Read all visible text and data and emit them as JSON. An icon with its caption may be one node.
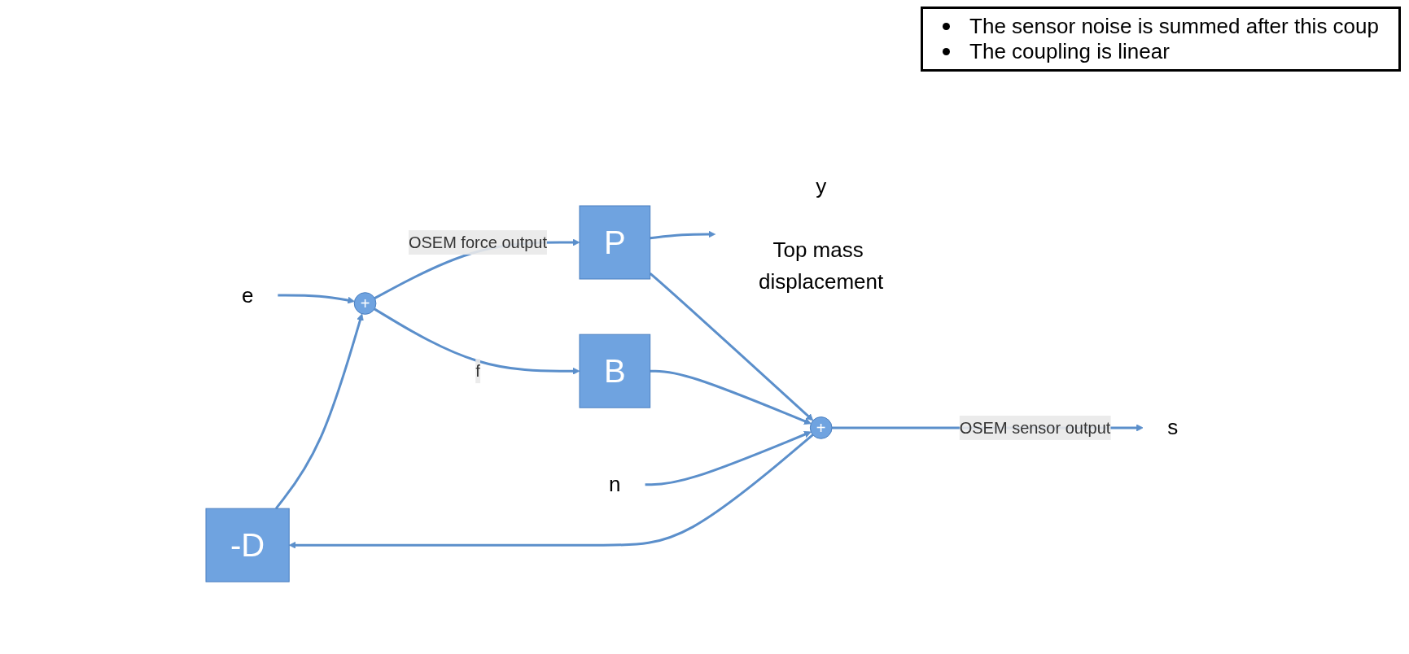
{
  "diagram": {
    "nodes": [
      {
        "text": [
          "-D"
        ]
      },
      {
        "text": [
          "+"
        ]
      },
      {
        "text": [
          "P"
        ]
      },
      {
        "text": [
          "B"
        ]
      },
      {
        "text": [
          "+"
        ]
      },
      {
        "text": [
          "e"
        ]
      },
      {
        "text": [
          "y"
        ],
        "beside": [
          "Top mass displacement"
        ]
      },
      {
        "text": [
          "s"
        ]
      },
      {
        "text": [
          "n"
        ]
      }
    ],
    "edges": [
      {
        "from": 5,
        "to": 1,
        "arrow": "to"
      },
      {
        "from": 0,
        "to": 1,
        "arrow": "to"
      },
      {
        "from": 1,
        "to": 2,
        "arrow": "to",
        "label": "OSEM force output"
      },
      {
        "from": 1,
        "to": 3,
        "arrow": "to",
        "label": "f"
      },
      {
        "from": 2,
        "to": 6,
        "arrow": "to"
      },
      {
        "from": 2,
        "to": 4,
        "arrow": "to"
      },
      {
        "from": 3,
        "to": 4,
        "arrow": "to"
      },
      {
        "from": 8,
        "to": 4,
        "arrow": "to"
      },
      {
        "from": 4,
        "to": 7,
        "arrow": "to",
        "label": "OSEM sensor output"
      },
      {
        "from": 4,
        "to": 0,
        "arrow": "to"
      }
    ],
    "labels": [
      "The sensor noise is summed after this coup",
      "The coupling is linear"
    ]
  }
}
